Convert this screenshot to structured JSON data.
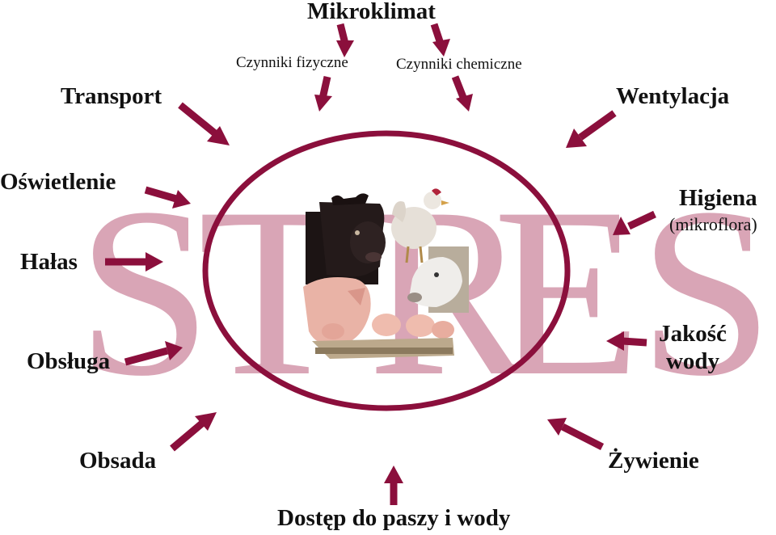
{
  "colors": {
    "arrow": "#8b0f3c",
    "ring": "#8b0f3c",
    "watermark": "#d9a5b6",
    "text": "#111111"
  },
  "watermark": {
    "letters": [
      "S",
      "T",
      "R",
      "E",
      "S"
    ]
  },
  "labels": {
    "mikroklimat": "Mikroklimat",
    "czynniki_fizyczne": "Czynniki fizyczne",
    "czynniki_chemiczne": "Czynniki chemiczne",
    "transport": "Transport",
    "wentylacja": "Wentylacja",
    "oswietlenie": "Oświetlenie",
    "higiena": "Higiena",
    "mikroflora": "(mikroflora)",
    "halas": "Hałas",
    "jakosc": "Jakość",
    "wody": "wody",
    "obsluga": "Obsługa",
    "obsada": "Obsada",
    "zywienie": "Żywienie",
    "dostep": "Dostęp do paszy i wody"
  },
  "center_image": {
    "subjects": [
      "cow",
      "hen",
      "sheep",
      "piglets at trough"
    ]
  },
  "icons": {
    "arrow": "arrow-icon",
    "cow": "cow-icon",
    "hen": "hen-icon",
    "sheep": "sheep-icon",
    "pig": "pig-icon"
  }
}
